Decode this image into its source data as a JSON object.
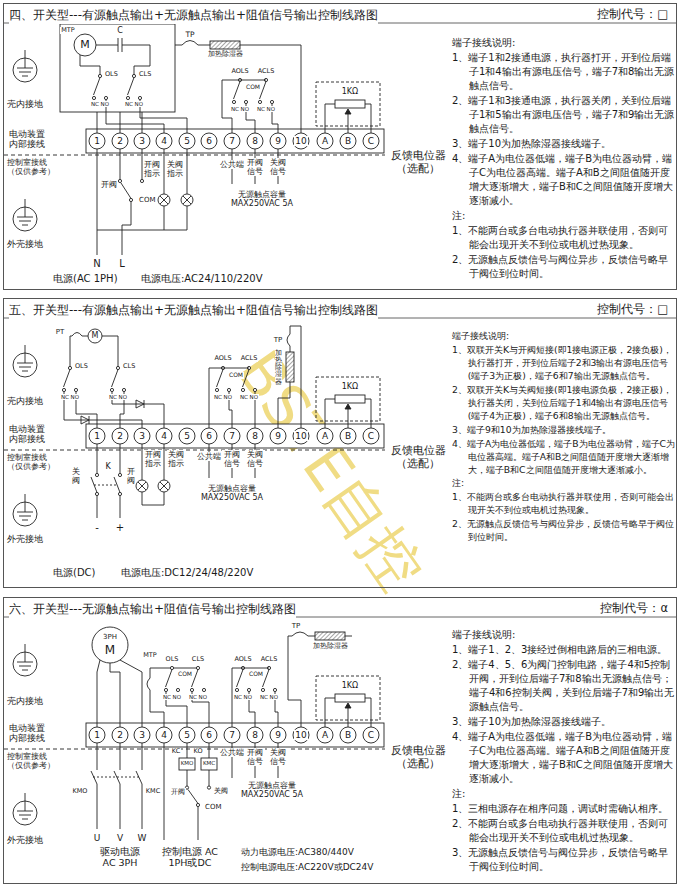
{
  "diagram": {
    "nodes": [
      {
        "text": [
          "四、开关型---有源触点输出+无源触点输出+阻值信号输出控制线路图",
          "控制代号：□"
        ]
      },
      {
        "text": [
          "五、开关型---有源触点输出+无源触点输出+阻值信号输出控制线路图",
          "控制代号：□"
        ]
      },
      {
        "text": [
          "六、开关型---无源触点输出+阻值信号输出控制线路图",
          "控制代号：α"
        ]
      }
    ],
    "labels": [
      "壳内接地",
      "MTP",
      "M",
      "C",
      "OLS",
      "CLS",
      "NC NO",
      "NC NO",
      "TP",
      "加热除湿器",
      "AOLS",
      "ACLS",
      "COM",
      "NC NO",
      "NC NO",
      "1KΩ",
      "电动装置内部接线",
      "控制室接线（仅供参考）",
      "1",
      "2",
      "3",
      "4",
      "5",
      "6",
      "7",
      "8",
      "9",
      "10",
      "A",
      "B",
      "C",
      "开阀",
      "COM",
      "开阀指示",
      "关阀指示",
      "公共端",
      "开阀信号",
      "关阀信号",
      "无源触点容量 MAX250VAC 5A",
      "反馈电位器（选配）",
      "外壳接地",
      "N",
      "L",
      "电源(AC 1PH)",
      "电源电压:AC24/110/220V",
      "端子接线说明:",
      "1、端子1和2接通电源，执行器打开，开到位后端子1和4输出有源电压信号，端子7和8输出无源触点信号。",
      "2、端子1和3接通电源，执行器关闭，关到位后端子1和5输出有源电压信号，端子7和9输出无源触点信号。",
      "3、端子10为加热除湿器接线端子。",
      "4、端子A为电位器低端，端子B为电位器动臂，端子C为电位器高端。端子A和B之间阻值随开度增大逐渐增大，端子B和C之间阻值随开度增大逐渐减小。",
      "注:",
      "1、不能两台或多台电动执行器并联使用，否则可能会出现开关不到位或电机过热现象。",
      "2、无源触点反馈信号与阀位异步，反馈信号略早于阀位到位时间。",
      "壳内接地",
      "PT",
      "M",
      "OLS",
      "CLS",
      "NC NO",
      "NC NO",
      "AOLS",
      "ACLS",
      "COM",
      "NC NO",
      "NC NO",
      "TP",
      "加热除湿器",
      "1KΩ",
      "电动装置内部接线",
      "控制室接线（仅供参考）",
      "1",
      "2",
      "3",
      "4",
      "5",
      "6",
      "7",
      "8",
      "9",
      "10",
      "A",
      "B",
      "C",
      "K",
      "关阀",
      "开阀",
      "开阀指示",
      "关阀指示",
      "公共端",
      "开阀信号",
      "关阀信号",
      "无源触点容量 MAX250VAC 5A",
      "-",
      "+",
      "反馈电位器（选配）",
      "外壳接地",
      "电源(DC)",
      "电源电压:DC12/24/48/220V",
      "端子接线说明:",
      "1、双联开关K与开阀短接(即1接电源正极，2接负极)，执行器打开，开到位后端子2和3输出有源电压信号(端子3为正极)，端子6和7输出无源触点信号。",
      "2、双联开关K与关阀短接(即1接电源负极，2接正极)，执行器关闭，关到位后端子1和4输出有源电压信号(端子4为正极)，端子6和8输出无源触点信号。",
      "3、端子9和10为加热除湿器接线端子。",
      "4、端子A为电位器低端，端子B为电位器动臂，端子C为电位器高端。端子A和B之间阻值随开度增大逐渐增大，端子B和C之间阻值随开度增大逐渐减小。",
      "注:",
      "1、不能两台或多台电动执行器并联使用，否则可能会出现开关不到位或电机过热现象。",
      "2、无源触点反馈信号与阀位异步，反馈信号略早于阀位到位时间。",
      "壳内接地",
      "3PH",
      "M",
      "MTP",
      "OLS",
      "CLS",
      "COM",
      "NC NO",
      "NC NO",
      "AOLS",
      "ACLS",
      "COM",
      "NC NO",
      "NC NO",
      "TP",
      "加热除湿器",
      "1KΩ",
      "电动装置内部接线",
      "控制室接线（仅供参考）",
      "1",
      "2",
      "3",
      "4",
      "5",
      "6",
      "7",
      "8",
      "9",
      "10",
      "A",
      "B",
      "C",
      "KC",
      "KMO",
      "KO",
      "KMC",
      "KMO",
      "KMC",
      "开阀",
      "关阀",
      "COM",
      "公共端",
      "开阀信号",
      "关阀信号",
      "无源触点容量 MAX250VAC 5A",
      "反馈电位器（选配）",
      "外壳接地",
      "U",
      "V",
      "W",
      "驱动电源 AC 3PH",
      "控制电源 AC 1PH或DC",
      "动力电源电压:AC380/440V",
      "控制电源电压:AC220V或DC24V",
      "端子接线说明:",
      "1、端子1、2、3接经过倒相电路后的三相电源。",
      "2、端子4、5、6为阀门控制电路，端子4和5控制开阀，开到位后端子7和8输出无源触点信号；端子4和6控制关阀，关到位后端子7和9输出无源触点信号。",
      "3、端子10为加热除湿器接线端子。",
      "4、端子A为电位器低端，端子B为电位器动臂，端子C为电位器高端。端子A和B之间阻值随开度增大逐渐增大，端子B和C之间阻值随开度增大逐渐减小。",
      "注:",
      "1、三相电源存在相序问题，调试时需确认相序。",
      "2、不能两台或多台电动执行器并联使用，否则可能会出现开关不到位或电机过热现象。",
      "3、无源触点反馈信号与阀位异步，反馈信号略早于阀位到位时间。",
      "BSTE自控"
    ]
  }
}
